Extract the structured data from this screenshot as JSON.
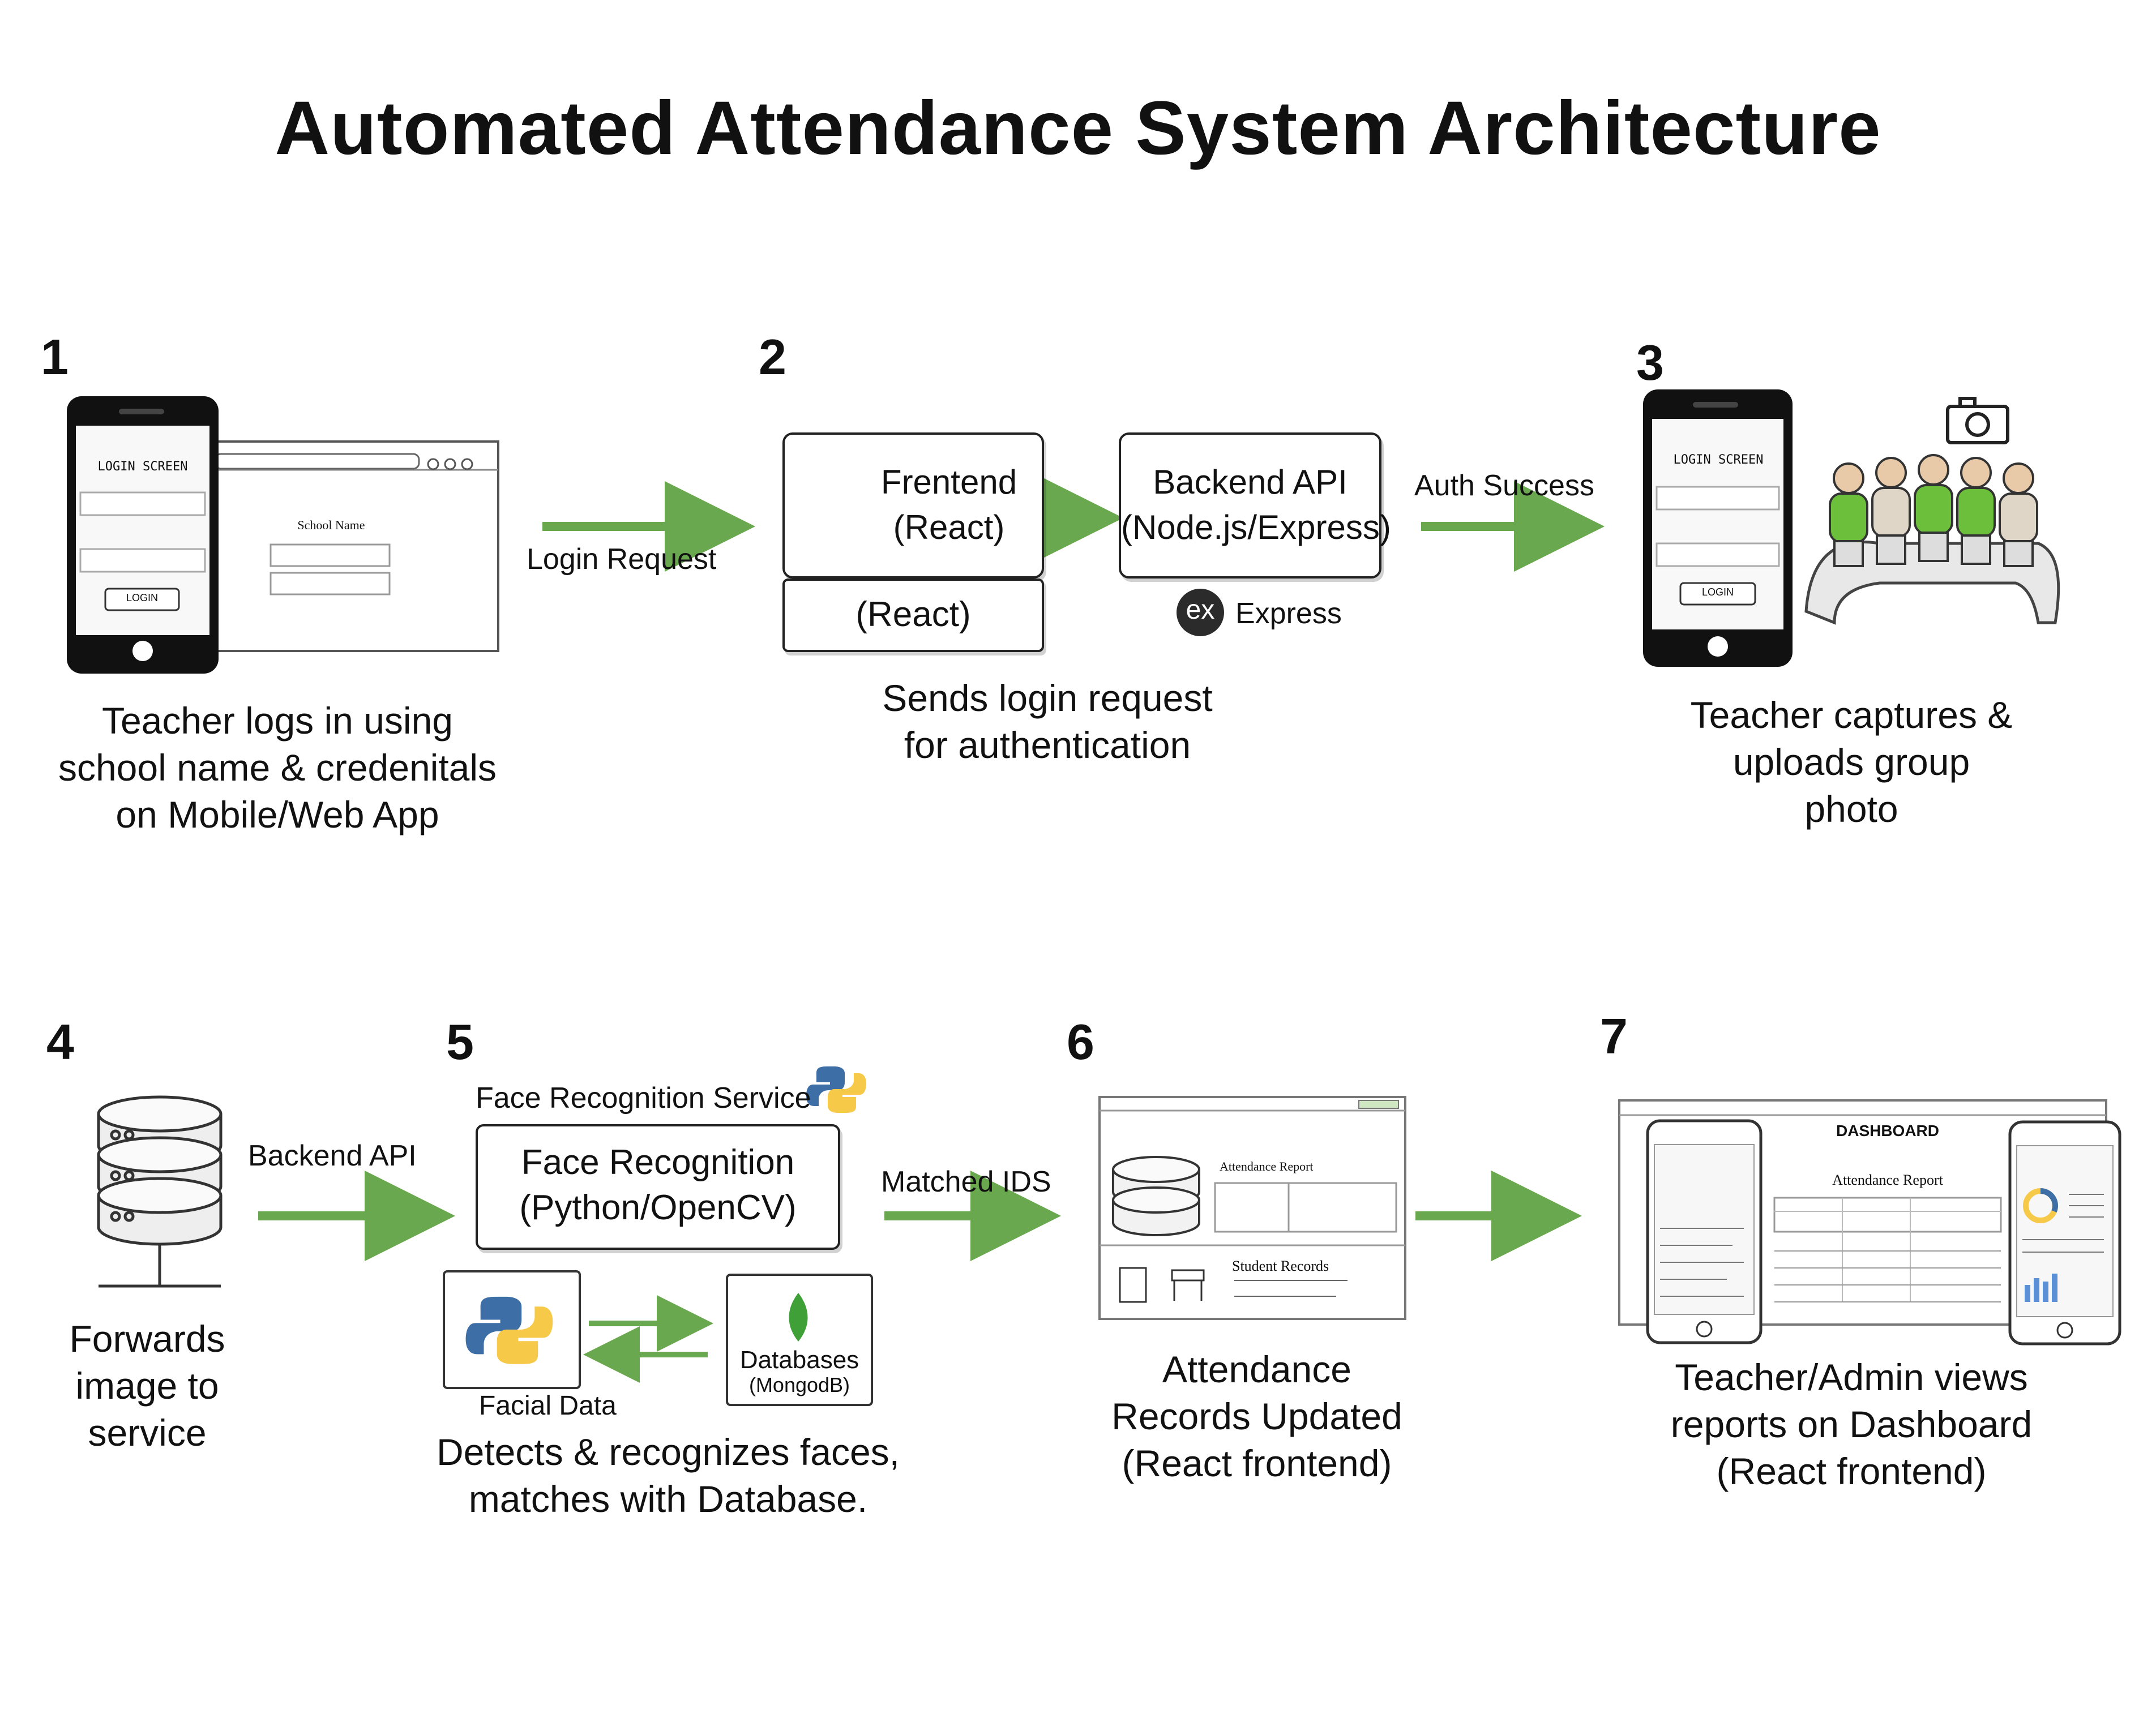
{
  "title": "Automated Attendance System Architecture",
  "steps": {
    "s1": {
      "num": "1",
      "caption": [
        "Teacher logs in using",
        "school name & credenitals",
        "on Mobile/Web App"
      ]
    },
    "s2": {
      "num": "2",
      "caption": [
        "Sends login request",
        "for authentication"
      ]
    },
    "s3": {
      "num": "3",
      "caption": [
        "Teacher captures &",
        "uploads group",
        "photo"
      ]
    },
    "s4": {
      "num": "4",
      "caption": [
        "Forwards",
        "image to",
        "service"
      ]
    },
    "s5": {
      "num": "5",
      "caption": [
        "Detects & recognizes faces,",
        "matches with Database."
      ]
    },
    "s6": {
      "num": "6",
      "caption": [
        "Attendance",
        "Records Updated",
        "(React frontend)"
      ]
    },
    "s7": {
      "num": "7",
      "caption": [
        "Teacher/Admin views",
        "reports on Dashboard",
        "(React frontend)"
      ]
    }
  },
  "arrows": {
    "login_request": "Login Request",
    "auth_success": "Auth Success",
    "backend_api": "Backend API",
    "matched_ids": "Matched IDS"
  },
  "frontend_box": {
    "line1": "Frentend",
    "line2": "(React)",
    "sub": "(React)"
  },
  "backend_box": {
    "line1": "Backend API",
    "line2": "(Node.js/Express)",
    "logo_text": "ex",
    "express_label": "Express"
  },
  "face_service": {
    "heading": "Face Recognition Service",
    "line1": "Face Recognition",
    "line2": "(Python/OpenCV)",
    "facial_data": "Facial Data",
    "db_line1": "Databases",
    "db_line2": "(MongodB)"
  },
  "mockups": {
    "login_phone_title": "LOGIN SCREEN",
    "web_title": "School Name",
    "login_button": "LOGIN",
    "dashboard_title": "DASHBOARD",
    "attendance_report": "Attendance Report",
    "student_records": "Student Records"
  },
  "icons": [
    "react-icon",
    "python-icon",
    "mongodb-leaf-icon",
    "camera-icon",
    "database-icon",
    "phone-icon",
    "browser-window-icon",
    "students-group-icon",
    "dashboard-icon"
  ],
  "colors": {
    "arrow": "#6aa84f",
    "react": "#61dafb",
    "python_blue": "#3d6fa6",
    "python_yellow": "#f7c948",
    "mongo": "#3fa037",
    "student_shirt": "#6bbf3a"
  }
}
